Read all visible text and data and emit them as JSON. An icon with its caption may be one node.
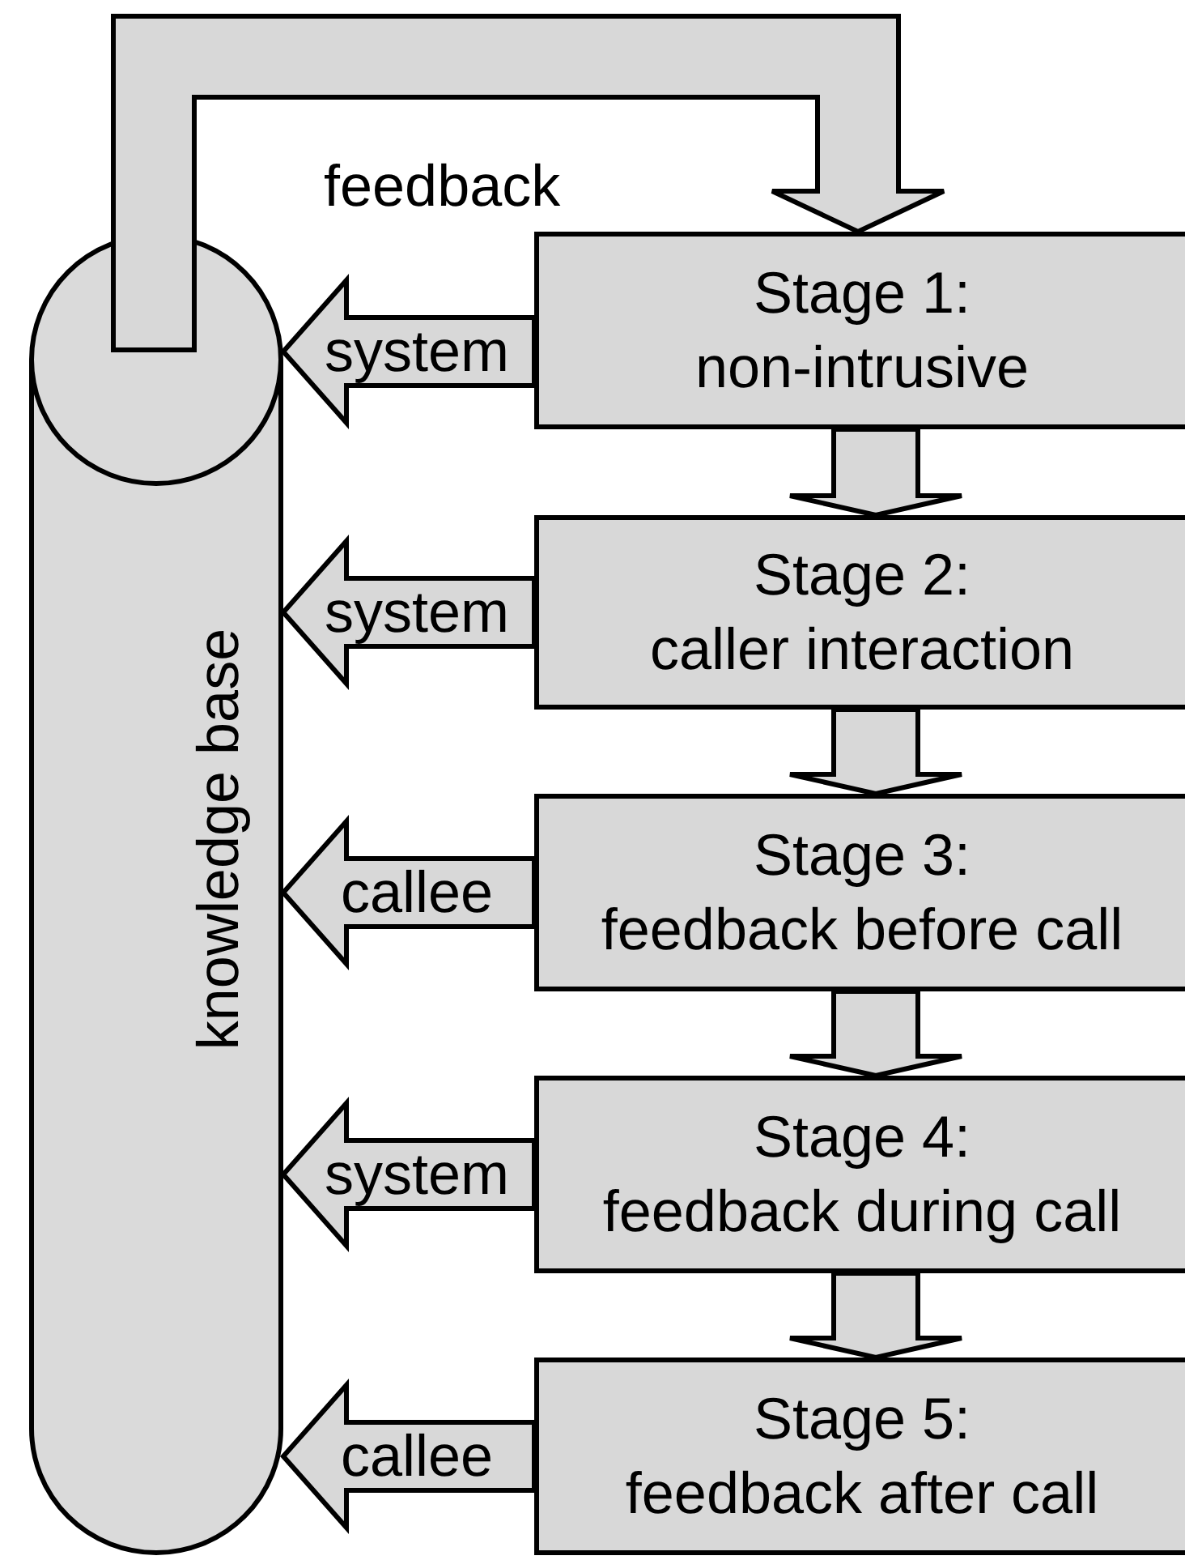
{
  "diagram": {
    "nodes": [
      {
        "text": [
          "knowledge base"
        ]
      },
      {
        "text": [
          "Stage 1:",
          "non-intrusive"
        ]
      },
      {
        "text": [
          "Stage 2:",
          "caller interaction"
        ]
      },
      {
        "text": [
          "Stage 3:",
          "feedback before call"
        ]
      },
      {
        "text": [
          "Stage 4:",
          "feedback during call"
        ]
      },
      {
        "text": [
          "Stage 5:",
          "feedback after call"
        ]
      }
    ],
    "edges": [
      {
        "from": 0,
        "to": 1,
        "arrow": "to",
        "label": "feedback"
      },
      {
        "from": 1,
        "to": 0,
        "arrow": "to",
        "label": "system"
      },
      {
        "from": 1,
        "to": 2,
        "arrow": "to"
      },
      {
        "from": 2,
        "to": 0,
        "arrow": "to",
        "label": "system"
      },
      {
        "from": 2,
        "to": 3,
        "arrow": "to"
      },
      {
        "from": 3,
        "to": 0,
        "arrow": "to",
        "label": "callee"
      },
      {
        "from": 3,
        "to": 4,
        "arrow": "to"
      },
      {
        "from": 4,
        "to": 0,
        "arrow": "to",
        "label": "system"
      },
      {
        "from": 4,
        "to": 5,
        "arrow": "to"
      },
      {
        "from": 5,
        "to": 0,
        "arrow": "to",
        "label": "callee"
      }
    ]
  }
}
